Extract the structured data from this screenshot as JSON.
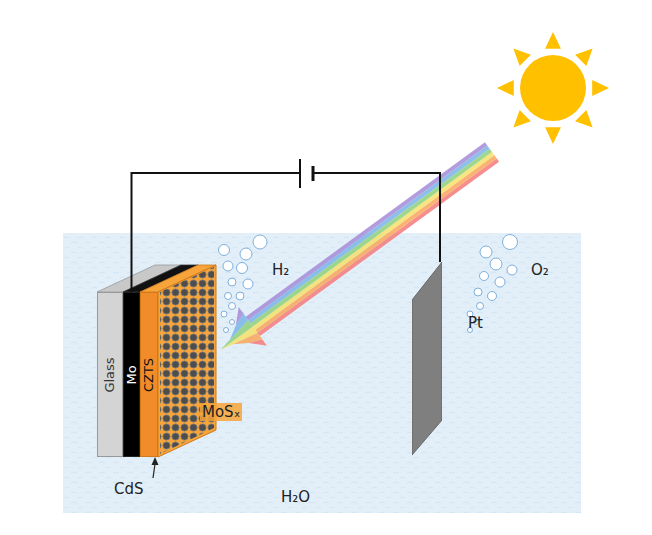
{
  "diagram": {
    "nodes": [
      {
        "text": [
          "Glass"
        ]
      },
      {
        "text": [
          "Mo"
        ]
      },
      {
        "text": [
          "CZTS"
        ]
      },
      {
        "text": [
          "Pt"
        ]
      }
    ],
    "edges": [
      {
        "from": 1,
        "to": 3,
        "arrow": "none"
      }
    ],
    "labels": [
      "MoSₓ",
      "CdS",
      "H₂",
      "O₂",
      "H₂O"
    ]
  }
}
